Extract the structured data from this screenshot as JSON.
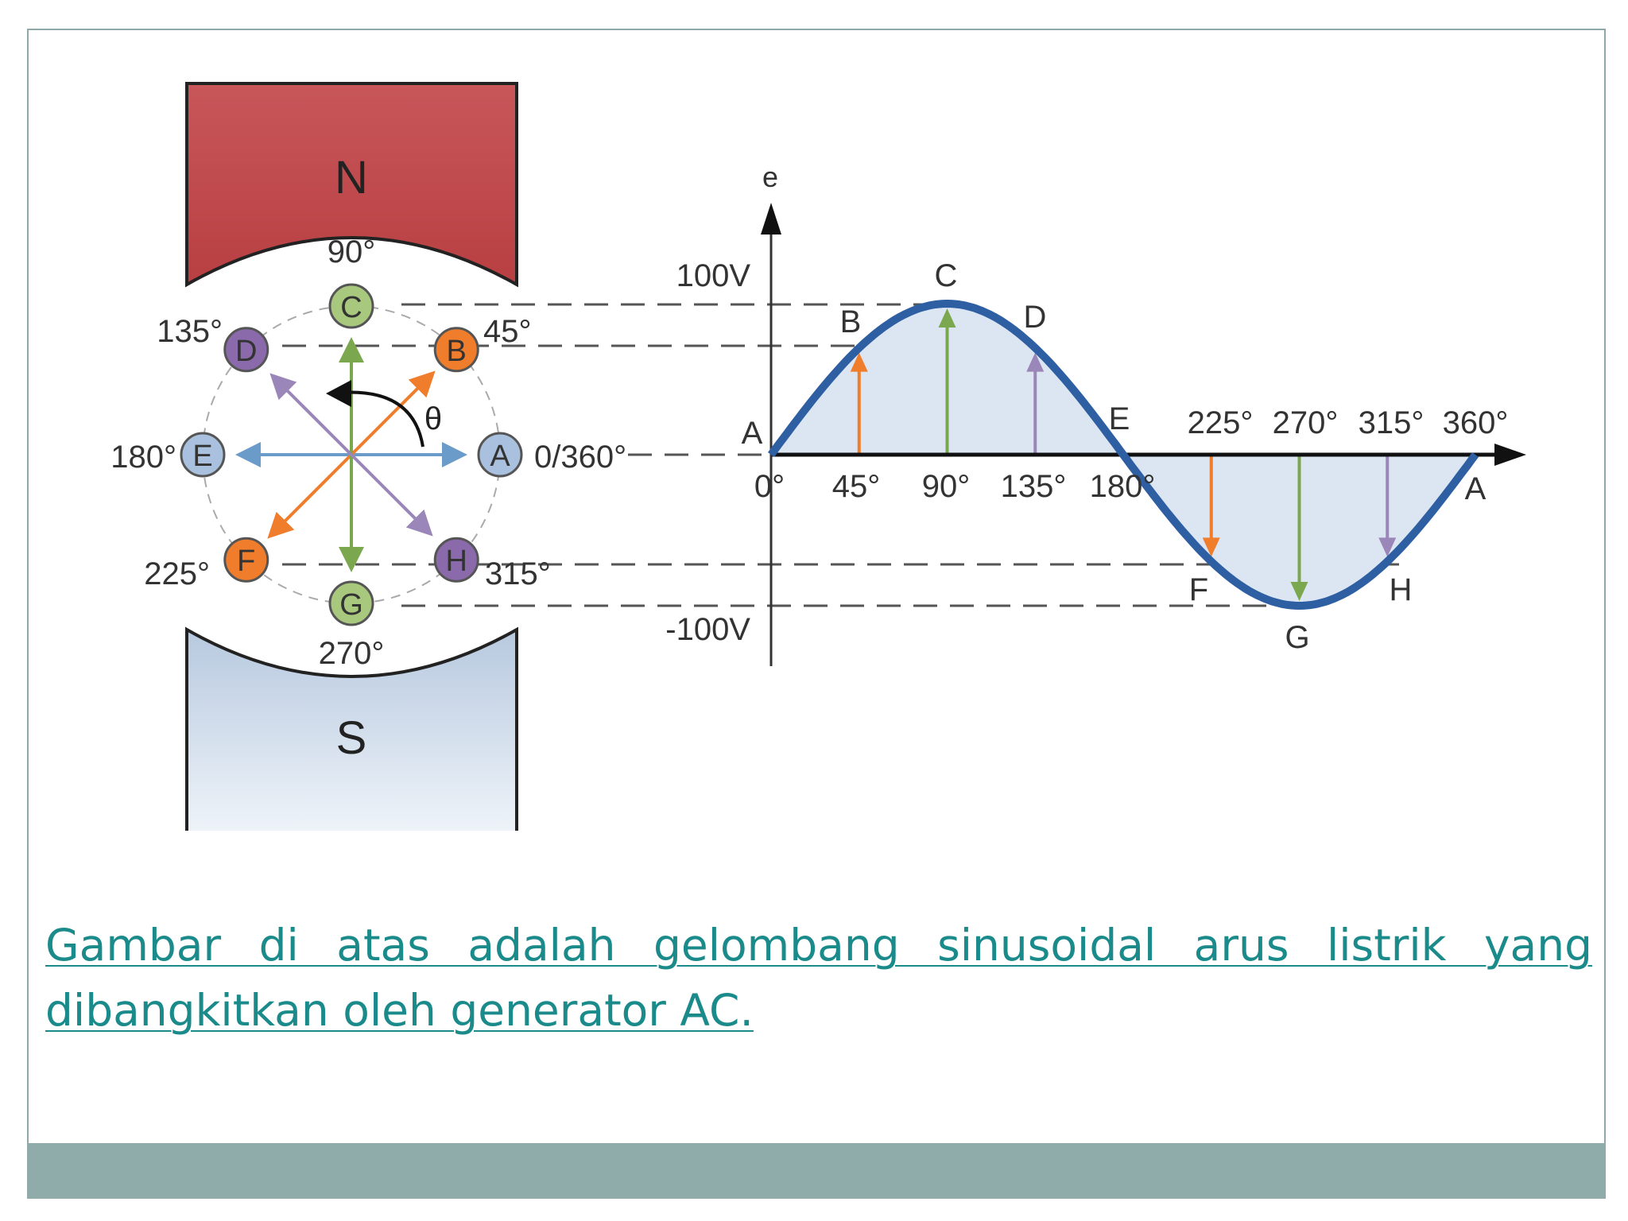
{
  "magnet": {
    "north_label": "N",
    "south_label": "S"
  },
  "rotor": {
    "theta_label": "θ",
    "points": [
      {
        "letter": "A",
        "angle_label": "0/360°",
        "color": "#a9c1de"
      },
      {
        "letter": "B",
        "angle_label": "45°",
        "color": "#f07d2b"
      },
      {
        "letter": "C",
        "angle_label": "90°",
        "color": "#a8c97d"
      },
      {
        "letter": "D",
        "angle_label": "135°",
        "color": "#8a6aaa"
      },
      {
        "letter": "E",
        "angle_label": "180°",
        "color": "#a9c1de"
      },
      {
        "letter": "F",
        "angle_label": "225°",
        "color": "#f07d2b"
      },
      {
        "letter": "G",
        "angle_label": "270°",
        "color": "#a8c97d"
      },
      {
        "letter": "H",
        "angle_label": "315°",
        "color": "#8a6aaa"
      }
    ]
  },
  "waveform": {
    "y_axis_label": "e",
    "pos_peak_label": "100V",
    "neg_peak_label": "-100V",
    "axis_ticks": [
      "0°",
      "45°",
      "90°",
      "135°",
      "180°",
      "225°",
      "270°",
      "315°",
      "360°"
    ],
    "curve_letters": [
      "A",
      "B",
      "C",
      "D",
      "E",
      "F",
      "G",
      "H",
      "A"
    ],
    "colors": {
      "curve": "#2e5fa3",
      "fill": "#dce6f2"
    }
  },
  "caption": "Gambar di atas adalah gelombang sinusoidal arus listrik yang dibangkitkan oleh generator AC."
}
